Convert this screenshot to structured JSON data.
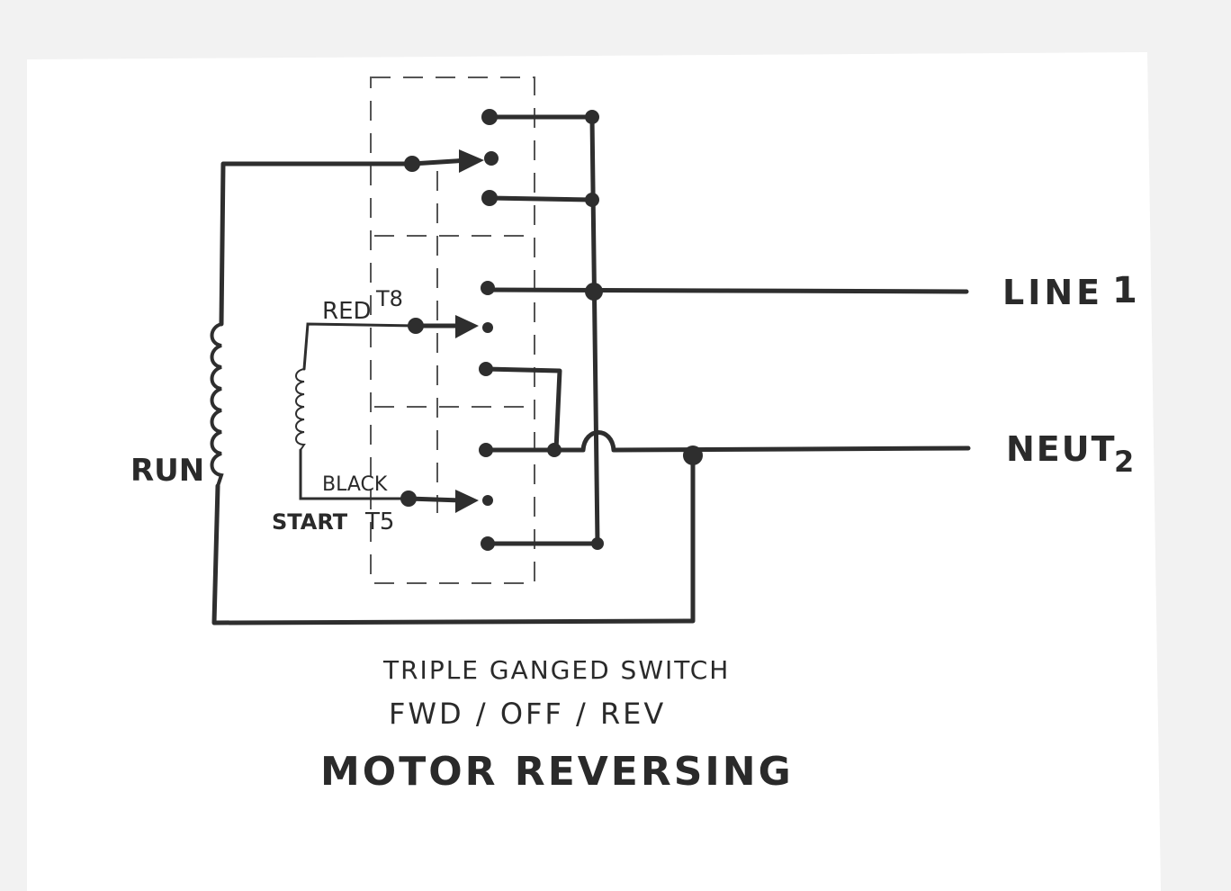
{
  "diagram": {
    "title": "MOTOR REVERSING",
    "switch_caption": "TRIPLE GANGED SWITCH",
    "positions_caption": "FWD / OFF / REV",
    "labels": {
      "run": "RUN",
      "red": "RED",
      "red_terminal": "T8",
      "black": "BLACK",
      "start": "START",
      "start_terminal": "T5",
      "line": "LINE",
      "line_number": "1",
      "neutral": "NEUT",
      "neutral_number": "2"
    }
  }
}
